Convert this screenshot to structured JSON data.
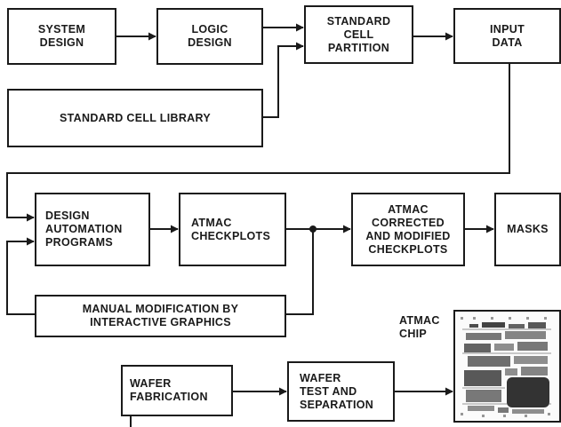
{
  "boxes": {
    "system_design": "SYSTEM\nDESIGN",
    "logic_design": "LOGIC\nDESIGN",
    "standard_cell_partition": "STANDARD\nCELL\nPARTITION",
    "input_data": "INPUT\nDATA",
    "standard_cell_library": "STANDARD CELL LIBRARY",
    "design_automation_programs": "DESIGN\nAUTOMATION\nPROGRAMS",
    "atmac_checkplots": "ATMAC\nCHECKPLOTS",
    "atmac_corrected": "ATMAC\nCORRECTED\nAND MODIFIED\nCHECKPLOTS",
    "masks": "MASKS",
    "manual_modification": "MANUAL MODIFICATION BY\nINTERACTIVE GRAPHICS",
    "wafer_fabrication": "WAFER\nFABRICATION",
    "wafer_test": "WAFER\nTEST AND\nSEPARATION"
  },
  "labels": {
    "atmac_chip": "ATMAC\nCHIP"
  },
  "colors": {
    "ink": "#1a1a1a",
    "background": "#ffffff"
  }
}
